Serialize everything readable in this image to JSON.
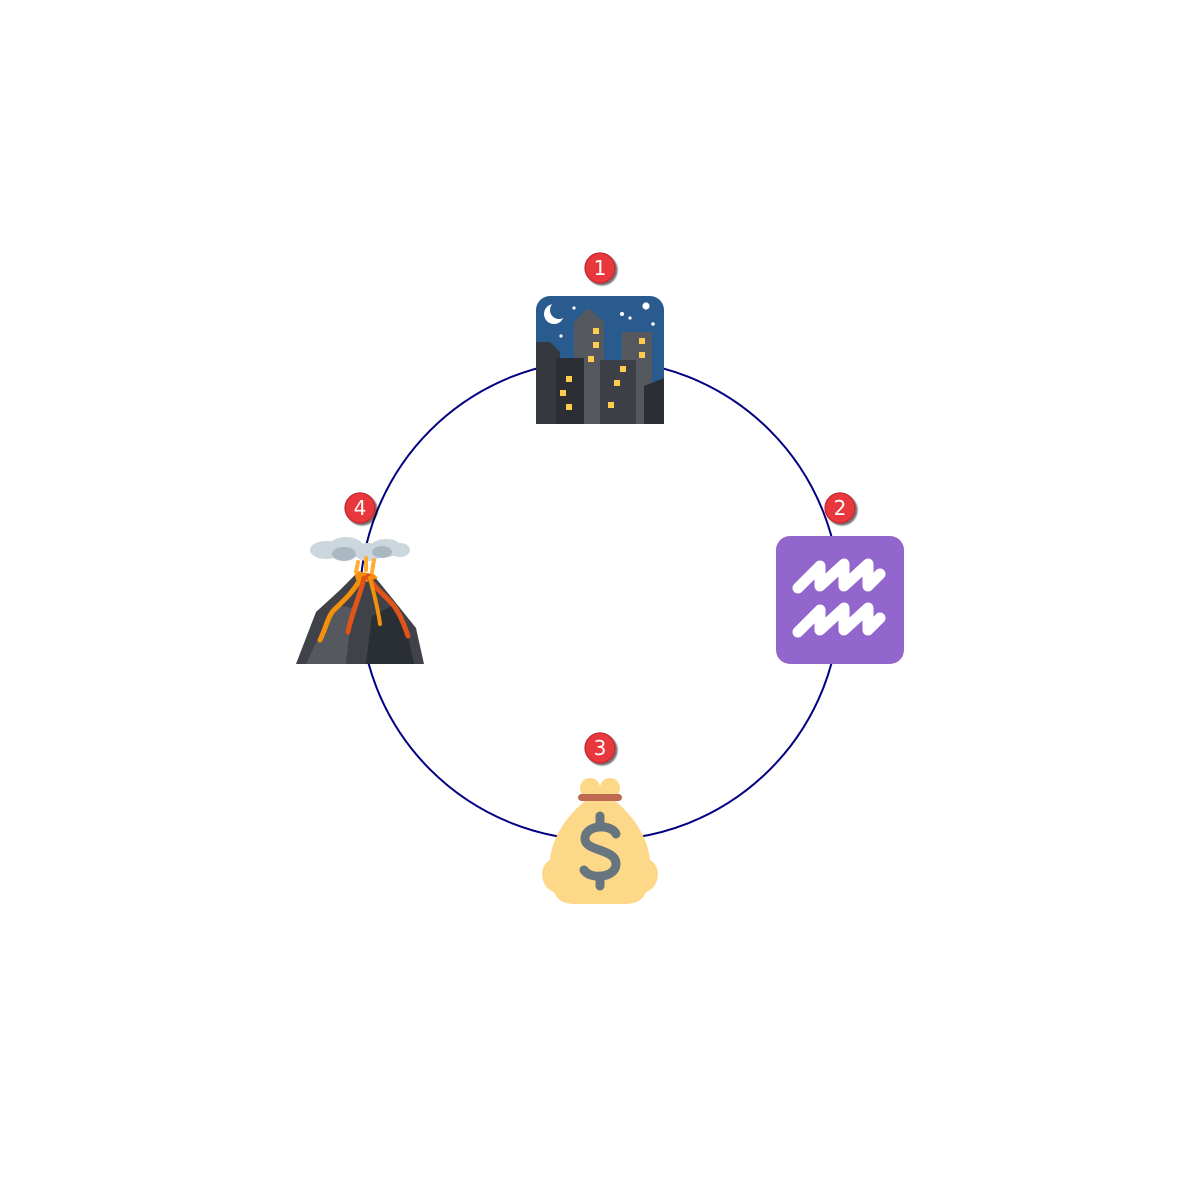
{
  "diagram": {
    "type": "cycle",
    "ring_color": "#000080",
    "badge_color": "#e8383d",
    "nodes": [
      {
        "step": "1",
        "icon": "night-city-icon"
      },
      {
        "step": "2",
        "icon": "aquarius-icon"
      },
      {
        "step": "3",
        "icon": "money-bag-icon"
      },
      {
        "step": "4",
        "icon": "volcano-icon"
      }
    ]
  }
}
